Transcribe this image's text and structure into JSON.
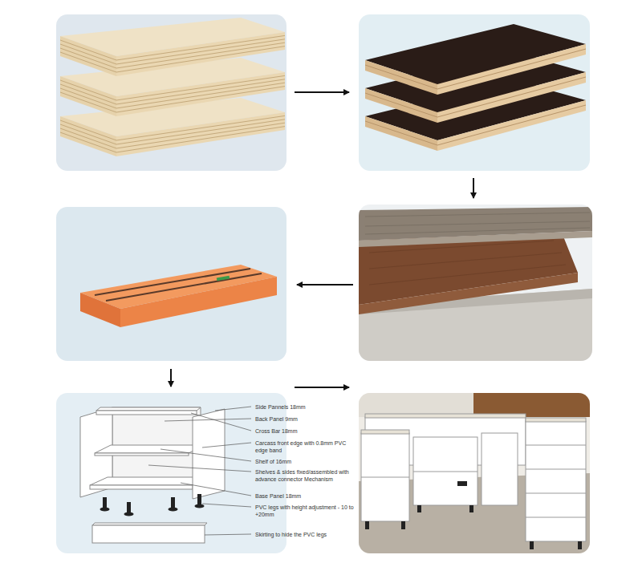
{
  "diagram": {
    "labels": [
      "Side Pannels 18mm",
      "Back Panel 9mm",
      "Cross Bar 18mm",
      "Carcass front edge with 0.8mm PVC edge band",
      "Shelf of 16mm",
      "Shelves & sides fixed/assembled with advance connector Mechanism",
      "Base Panel 18mm",
      "PVC legs with height adjustment - 10 to +20mm",
      "Skirting to hide the PVC legs"
    ]
  }
}
